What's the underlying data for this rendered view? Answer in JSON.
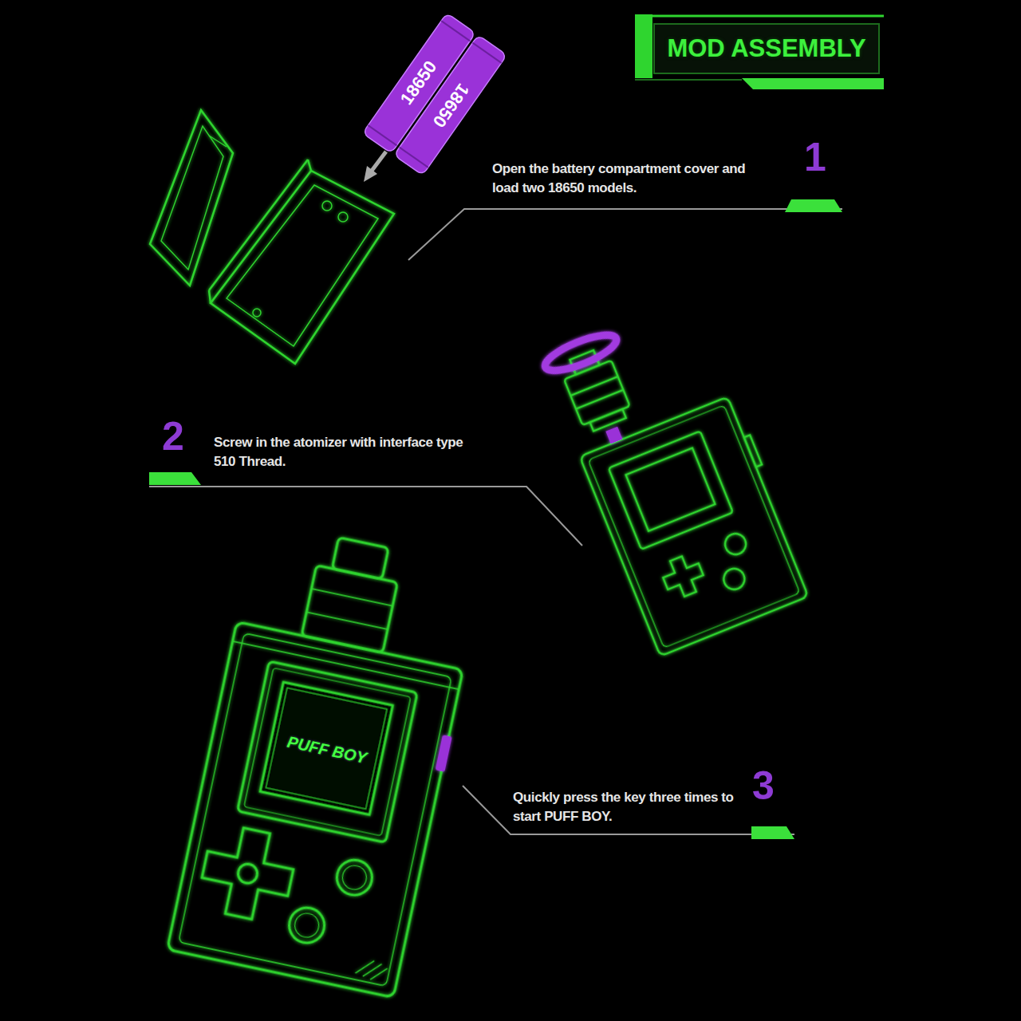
{
  "diagram": {
    "title": "MOD ASSEMBLY",
    "labels": [
      "18650",
      "18650",
      "Open the battery compartment cover and load two 18650 models.",
      "1",
      "2",
      "Screw in the atomizer with interface type 510 Thread.",
      "PUFF BOY",
      "Quickly press the key three times to start PUFF BOY.",
      "3"
    ]
  }
}
